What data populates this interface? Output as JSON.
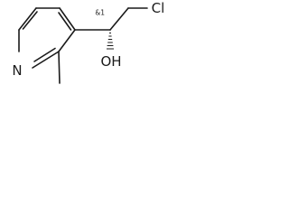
{
  "molecule": {
    "atoms": {
      "nitrogen": "N",
      "hydroxyl": "OH",
      "chlorine": "Cl"
    },
    "stereo_label": "&1"
  }
}
